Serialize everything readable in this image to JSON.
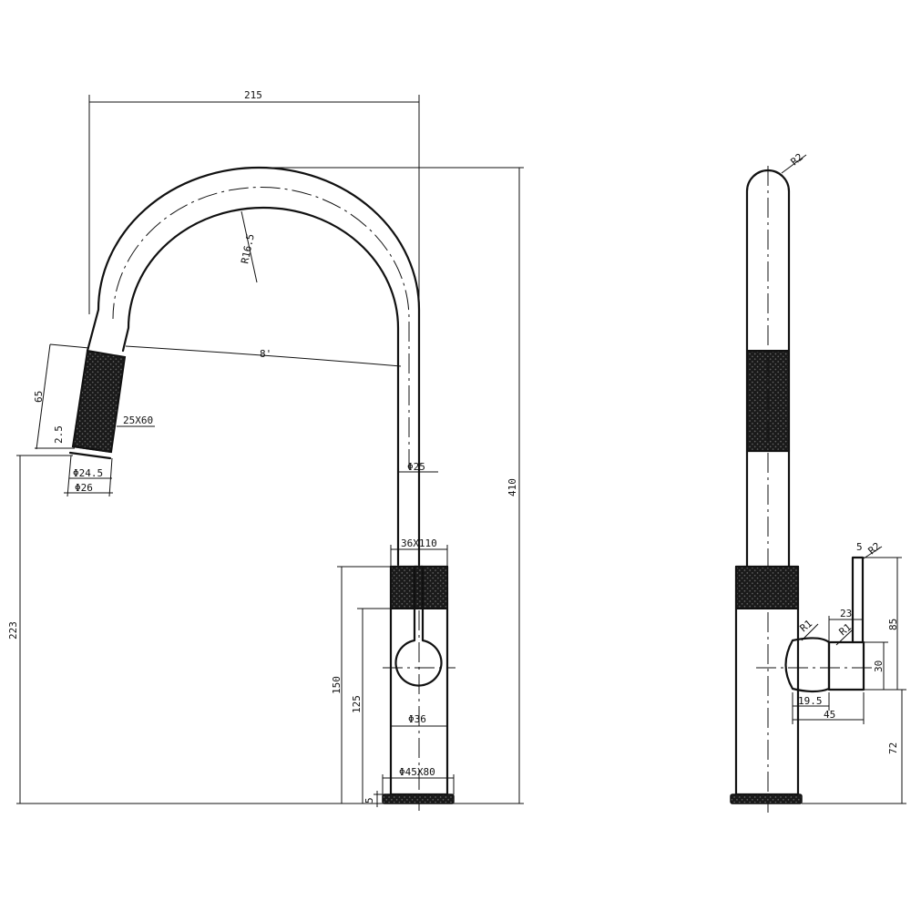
{
  "front_view": {
    "dimensions": {
      "overall_reach": "215",
      "overall_height": "410",
      "spout_radius": "R16.5",
      "spout_angle": "8'",
      "spout_tip_length": "65",
      "tip_offset": "2.5",
      "knurl_size": "25X60",
      "tip_inner_dia": "Φ24.5",
      "tip_outer_dia": "Φ26",
      "spout_height": "223",
      "pipe_dia": "Φ25",
      "handle_size": "36X110",
      "body_dia": "Φ36",
      "height_150": "150",
      "height_125": "125",
      "base_size": "Φ45X80",
      "base_height": "5"
    }
  },
  "side_view": {
    "dimensions": {
      "top_radius": "R2",
      "lever_thickness": "5",
      "lever_radius": "R2",
      "lever_width": "23",
      "lever_height": "85",
      "fillet_r1_a": "R1",
      "fillet_r1_b": "R1",
      "hub_height": "30",
      "hub_offset": "19.5",
      "lever_reach": "45",
      "lever_elevation": "72"
    }
  },
  "colors": {
    "line": "#111111",
    "background": "#ffffff"
  },
  "pattern": "knurled-texture"
}
